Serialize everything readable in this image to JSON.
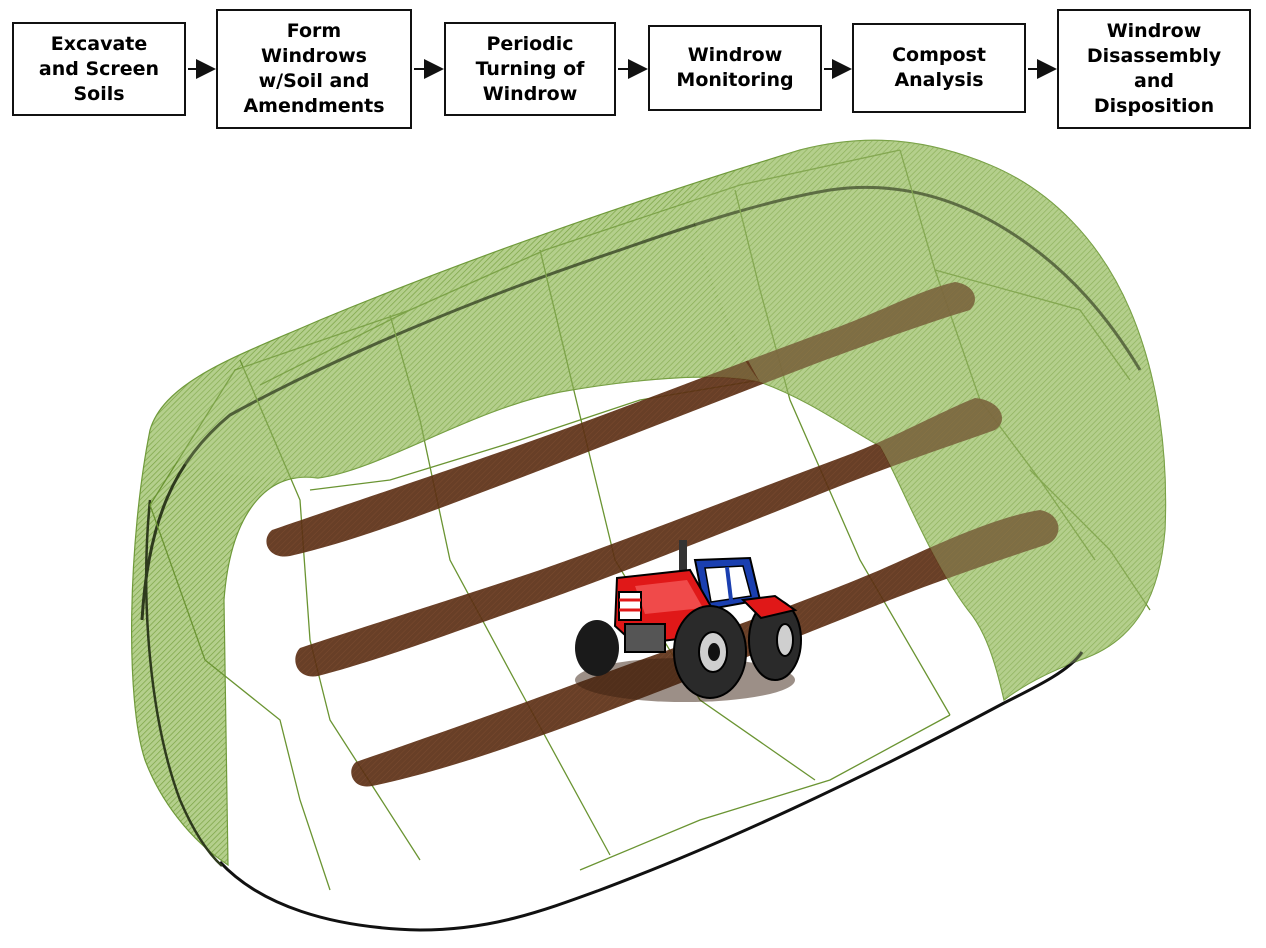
{
  "flow": {
    "steps": [
      {
        "label": "Excavate\nand Screen\nSoils"
      },
      {
        "label": "Form\nWindrows\nw/Soil and\nAmendments"
      },
      {
        "label": "Periodic\nTurning of\nWindrow"
      },
      {
        "label": "Windrow\nMonitoring"
      },
      {
        "label": "Compost\nAnalysis"
      },
      {
        "label": "Windrow\nDisassembly\nand\nDisposition"
      }
    ]
  },
  "illustration": {
    "enclosure_color": "#a9c77f",
    "enclosure_hatch": "#6f9a3a",
    "outline_color": "#111111",
    "windrow_color": "#5b2e14",
    "tractor_body_color": "#e01818",
    "tractor_cab_color": "#1a3fb0",
    "icons": [
      "tractor-icon"
    ]
  }
}
